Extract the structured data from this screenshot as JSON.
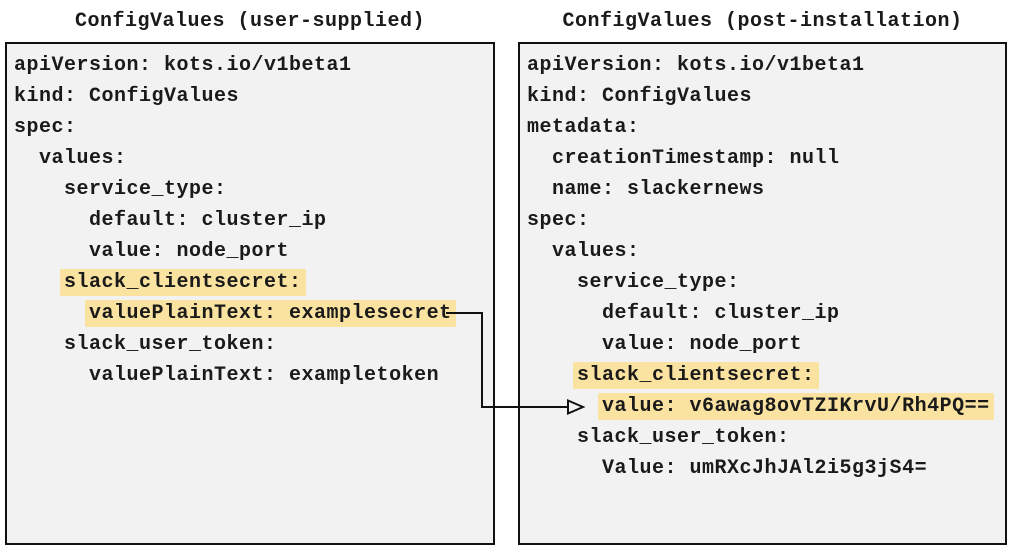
{
  "left_panel": {
    "title": "ConfigValues (user-supplied)",
    "lines": [
      {
        "indent": 0,
        "text": "apiVersion: kots.io/v1beta1",
        "highlight": false
      },
      {
        "indent": 0,
        "text": "kind: ConfigValues",
        "highlight": false
      },
      {
        "indent": 0,
        "text": "spec:",
        "highlight": false
      },
      {
        "indent": 2,
        "text": "values:",
        "highlight": false
      },
      {
        "indent": 4,
        "text": "service_type:",
        "highlight": false
      },
      {
        "indent": 6,
        "text": "default: cluster_ip",
        "highlight": false
      },
      {
        "indent": 6,
        "text": "value: node_port",
        "highlight": false
      },
      {
        "indent": 4,
        "text": "slack_clientsecret:",
        "highlight": true
      },
      {
        "indent": 6,
        "text": "valuePlainText: examplesecret",
        "highlight": true
      },
      {
        "indent": 4,
        "text": "slack_user_token:",
        "highlight": false
      },
      {
        "indent": 6,
        "text": "valuePlainText: exampletoken",
        "highlight": false
      }
    ]
  },
  "right_panel": {
    "title": "ConfigValues (post-installation)",
    "lines": [
      {
        "indent": 0,
        "text": "apiVersion: kots.io/v1beta1",
        "highlight": false
      },
      {
        "indent": 0,
        "text": "kind: ConfigValues",
        "highlight": false
      },
      {
        "indent": 0,
        "text": "metadata:",
        "highlight": false
      },
      {
        "indent": 2,
        "text": "creationTimestamp: null",
        "highlight": false
      },
      {
        "indent": 2,
        "text": "name: slackernews",
        "highlight": false
      },
      {
        "indent": 0,
        "text": "spec:",
        "highlight": false
      },
      {
        "indent": 2,
        "text": "values:",
        "highlight": false
      },
      {
        "indent": 4,
        "text": "service_type:",
        "highlight": false
      },
      {
        "indent": 6,
        "text": "default: cluster_ip",
        "highlight": false
      },
      {
        "indent": 6,
        "text": "value: node_port",
        "highlight": false
      },
      {
        "indent": 4,
        "text": "slack_clientsecret:",
        "highlight": true
      },
      {
        "indent": 6,
        "text": "value: v6awag8ovTZIKrvU/Rh4PQ==",
        "highlight": true
      },
      {
        "indent": 4,
        "text": "slack_user_token:",
        "highlight": false
      },
      {
        "indent": 6,
        "text": "Value: umRXcJhJAl2i5g3jS4=",
        "highlight": false
      }
    ]
  },
  "arrow": {
    "connects_from": "valuePlainText: examplesecret",
    "connects_to": "value: v6awag8ovTZIKrvU/Rh4PQ=="
  },
  "colors": {
    "highlight": "#fae2a0",
    "panel_background": "#f2f2f2",
    "line": "#111111",
    "text": "#1a1a1a"
  }
}
